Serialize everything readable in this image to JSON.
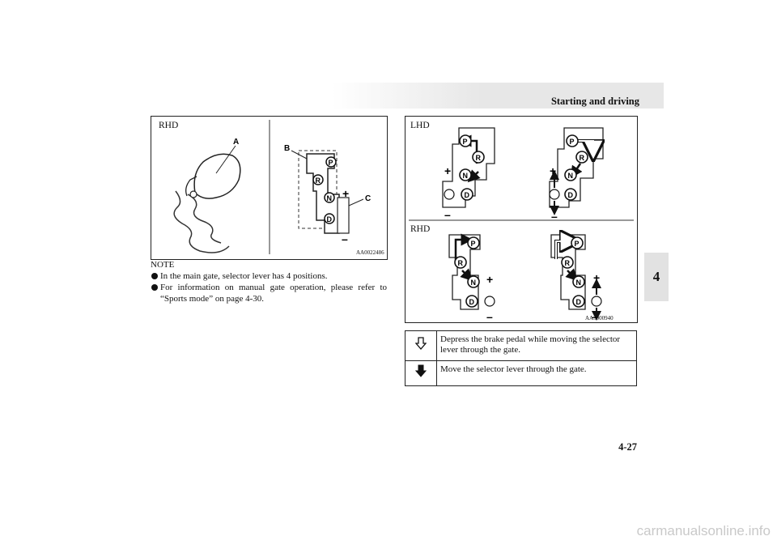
{
  "header": {
    "title": "Starting and driving"
  },
  "chapter_tab": "4",
  "page_number": "4-27",
  "figure_left": {
    "label": "RHD",
    "code": "AA0022486",
    "callouts": [
      "A",
      "B",
      "C"
    ],
    "gate_letters": [
      "P",
      "R",
      "N",
      "D"
    ],
    "plus": "+",
    "minus": "–"
  },
  "figure_right": {
    "label_top": "LHD",
    "label_bottom": "RHD",
    "code": "AA3000940",
    "gate_letters": [
      "P",
      "R",
      "N",
      "D"
    ],
    "plus": "+",
    "minus": "–"
  },
  "note": {
    "heading": "NOTE",
    "items": [
      "In the main gate, selector lever has 4 positions.",
      "For information on manual gate operation, please refer to “Sports mode” on page 4-30."
    ]
  },
  "legend": [
    {
      "icon": "hollow-down-arrow-icon",
      "text": "Depress the brake pedal while moving the selector lever through the gate."
    },
    {
      "icon": "solid-down-arrow-icon",
      "text": "Move the selector lever through the gate."
    }
  ],
  "watermark": "carmanualsonline.info"
}
